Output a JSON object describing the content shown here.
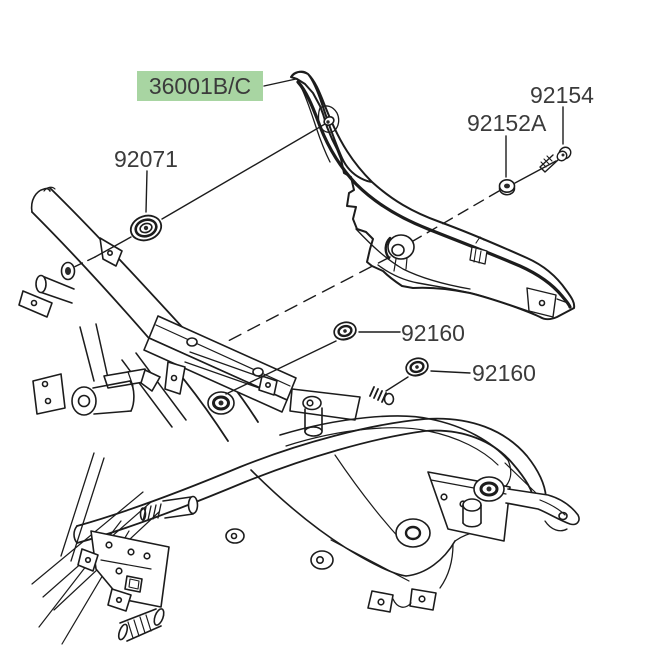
{
  "diagram": {
    "type": "motorcycle-parts-exploded-diagram",
    "background_color": "#ffffff",
    "line_color": "#1c1c1c",
    "label_text_color": "#3b3b3b",
    "highlight_color": "#a8d5a2",
    "callouts": [
      {
        "id": "36001BC",
        "label": "36001B/C",
        "part": "side-cover-panel",
        "highlighted": true
      },
      {
        "id": "92154",
        "label": "92154",
        "part": "screw",
        "highlighted": false
      },
      {
        "id": "92152A",
        "label": "92152A",
        "part": "collar-washer",
        "highlighted": false
      },
      {
        "id": "92071",
        "label": "92071",
        "part": "grommet",
        "highlighted": false
      },
      {
        "id": "92160u",
        "label": "92160",
        "part": "damper-grommet",
        "highlighted": false
      },
      {
        "id": "92160l",
        "label": "92160",
        "part": "damper-grommet",
        "highlighted": false
      }
    ]
  }
}
